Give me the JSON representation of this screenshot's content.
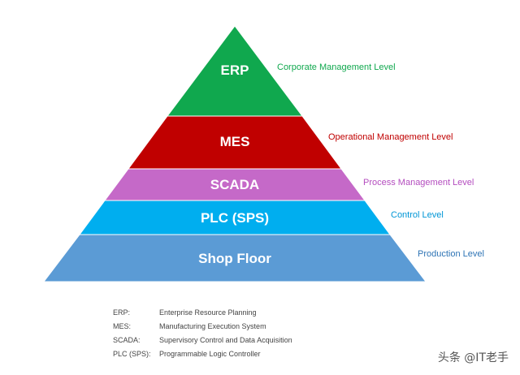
{
  "pyramid": {
    "levels": [
      {
        "label": "ERP",
        "side_label": "Corporate Management Level",
        "color": "#10a84e",
        "side_color": "#10a84e"
      },
      {
        "label": "MES",
        "side_label": "Operational Management Level",
        "color": "#c00000",
        "side_color": "#c00000"
      },
      {
        "label": "SCADA",
        "side_label": "Process Management Level",
        "color": "#c569c8",
        "side_color": "#b44dbf"
      },
      {
        "label": "PLC (SPS)",
        "side_label": "Control Level",
        "color": "#00aeef",
        "side_color": "#0096d6"
      },
      {
        "label": "Shop Floor",
        "side_label": "Production Level",
        "color": "#5b9bd5",
        "side_color": "#2e74b5"
      }
    ]
  },
  "legend": [
    {
      "abbr": "ERP:",
      "full": "Enterprise Resource Planning"
    },
    {
      "abbr": "MES:",
      "full": "Manufacturing Execution System"
    },
    {
      "abbr": "SCADA:",
      "full": "Supervisory Control and Data Acquisition"
    },
    {
      "abbr": "PLC (SPS):",
      "full": "Programmable Logic Controller"
    }
  ],
  "watermark": "头条 @IT老手"
}
